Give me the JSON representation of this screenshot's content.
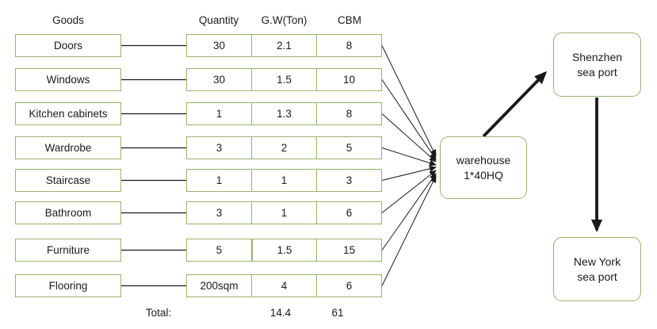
{
  "header": {
    "goods": "Goods",
    "quantity": "Quantity",
    "gw": "G.W(Ton)",
    "cbm": "CBM"
  },
  "rows": [
    {
      "goods": "Doors",
      "quantity": "30",
      "gw": "2.1",
      "cbm": "8"
    },
    {
      "goods": "Windows",
      "quantity": "30",
      "gw": "1.5",
      "cbm": "10"
    },
    {
      "goods": "Kitchen cabinets",
      "quantity": "1",
      "gw": "1.3",
      "cbm": "8"
    },
    {
      "goods": "Wardrobe",
      "quantity": "3",
      "gw": "2",
      "cbm": "5"
    },
    {
      "goods": "Staircase",
      "quantity": "1",
      "gw": "1",
      "cbm": "3"
    },
    {
      "goods": "Bathroom",
      "quantity": "3",
      "gw": "1",
      "cbm": "6"
    },
    {
      "goods": "Furniture",
      "quantity": "5",
      "gw": "1.5",
      "cbm": "15"
    },
    {
      "goods": "Flooring",
      "quantity": "200sqm",
      "gw": "4",
      "cbm": "6"
    }
  ],
  "totals": {
    "label": "Total:",
    "gw": "14.4",
    "cbm": "61"
  },
  "nodes": {
    "warehouse": {
      "line1": "warehouse",
      "line2": "1*40HQ"
    },
    "shenzhen": {
      "line1": "Shenzhen",
      "line2": "sea port"
    },
    "newyork": {
      "line1": "New York",
      "line2": "sea port"
    }
  },
  "colors": {
    "box_border": "#96b46e",
    "line": "#1a1a1a",
    "text": "#1a1a1a"
  }
}
